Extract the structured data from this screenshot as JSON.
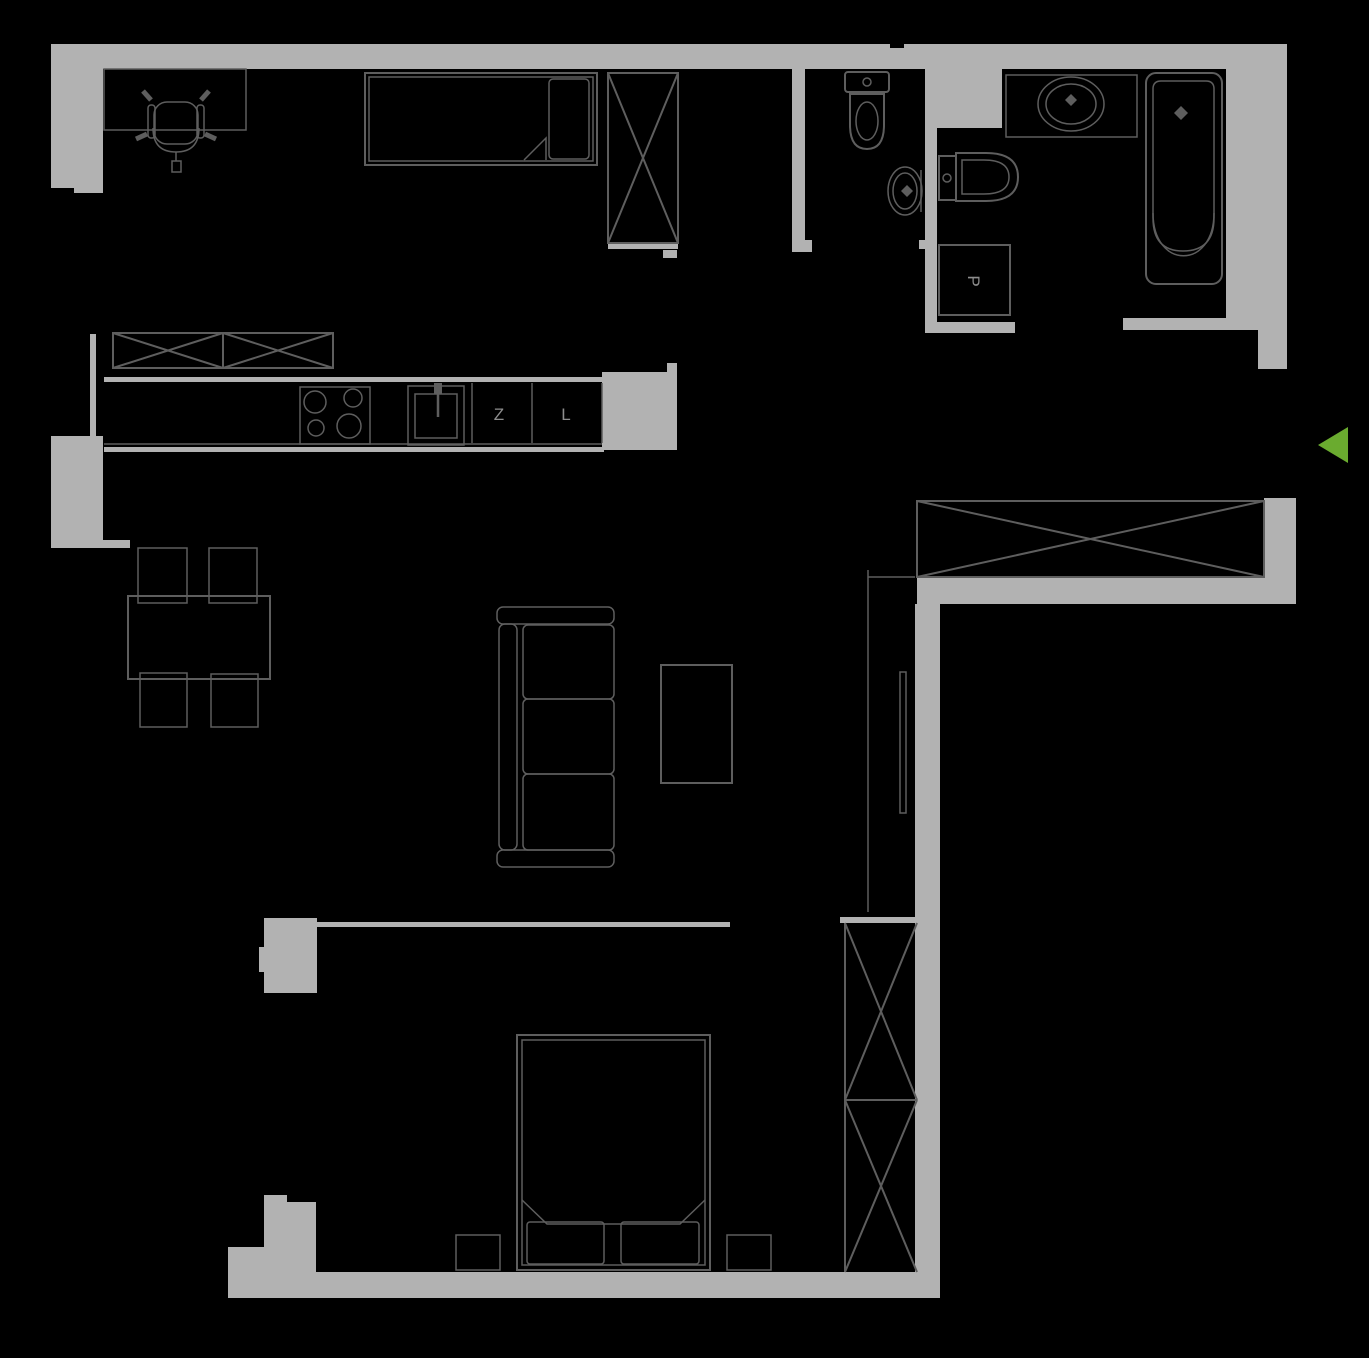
{
  "plan": {
    "colors": {
      "background": "#000000",
      "wall": "#b2b2b2",
      "line": "#5e5e5e",
      "label": "#8d8d8d",
      "arrow": "#6aab2f"
    },
    "labels": {
      "dishwasher": "Z",
      "fridge": "L",
      "washing_machine": "P"
    },
    "entrance": {
      "direction": "left"
    }
  }
}
